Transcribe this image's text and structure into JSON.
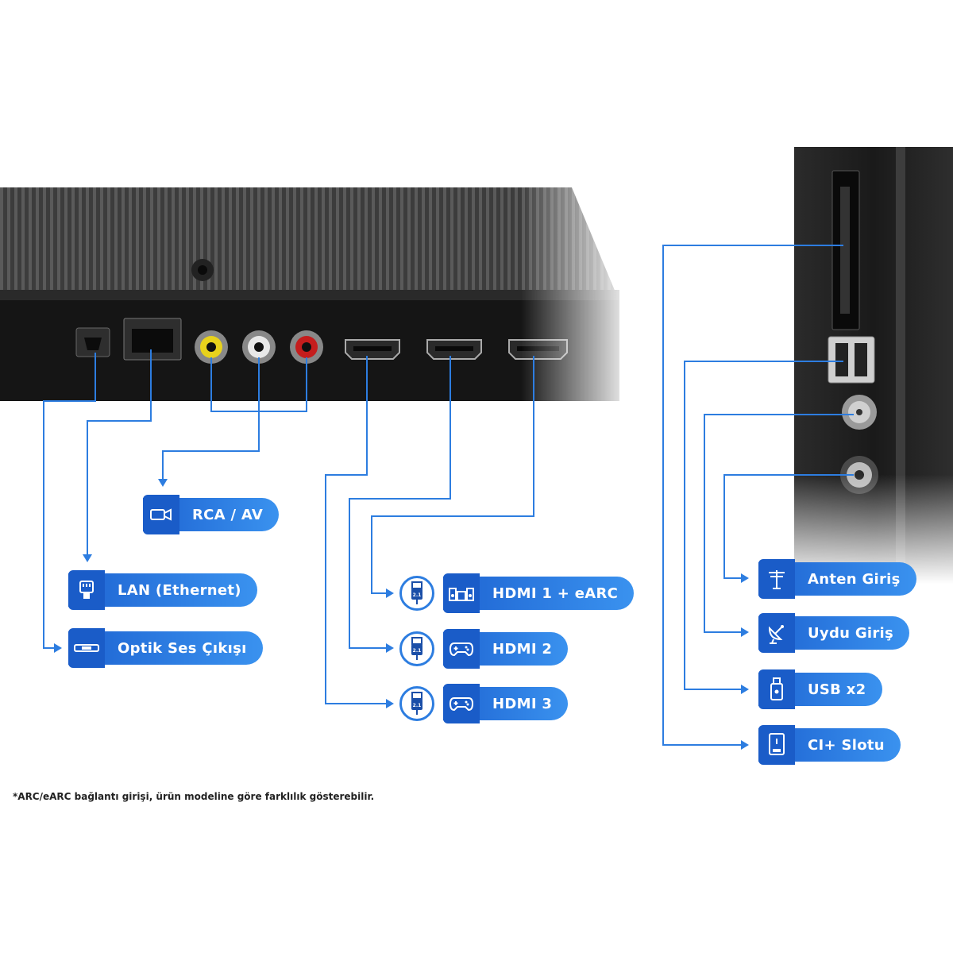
{
  "colors": {
    "accent": "#2d7de0",
    "label_start": "#1e64d2",
    "label_end": "#3a92ef",
    "device": "#1a1a1a"
  },
  "labels": {
    "rca_av": {
      "text": "RCA / AV",
      "icon": "camcorder-icon"
    },
    "lan": {
      "text": "LAN (Ethernet)",
      "icon": "ethernet-plug-icon"
    },
    "optical": {
      "text": "Optik Ses Çıkışı",
      "icon": "optical-cable-icon"
    },
    "hdmi1": {
      "text": "HDMI 1 + eARC",
      "icon": "speaker-system-icon",
      "badge": "2.1"
    },
    "hdmi2": {
      "text": "HDMI 2",
      "icon": "gamepad-icon",
      "badge": "2.1"
    },
    "hdmi3": {
      "text": "HDMI 3",
      "icon": "gamepad-icon",
      "badge": "2.1"
    },
    "antenna": {
      "text": "Anten Giriş",
      "icon": "antenna-icon"
    },
    "satellite": {
      "text": "Uydu Giriş",
      "icon": "satellite-dish-icon"
    },
    "usb": {
      "text": "USB x2",
      "icon": "usb-stick-icon"
    },
    "ci_slot": {
      "text": "CI+ Slotu",
      "icon": "ci-card-icon"
    }
  },
  "footnote": "*ARC/eARC bağlantı girişi, ürün modeline göre farklılık gösterebilir."
}
